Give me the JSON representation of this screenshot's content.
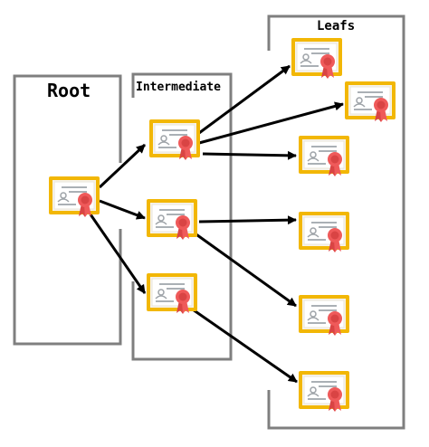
{
  "groups": {
    "root": "Root",
    "intermediate": "Intermediate",
    "leafs": "Leafs"
  },
  "colors": {
    "frame": "#7f7f7f",
    "arrow": "#000000",
    "cert_border": "#f2b705",
    "cert_inner": "#f3efe6",
    "cert_paper": "#ffffff",
    "cert_lines": "#9ea3a8",
    "seal": "#ef5a5a",
    "seal_dark": "#d94444"
  },
  "icons": {
    "certificate": "certificate-icon"
  }
}
